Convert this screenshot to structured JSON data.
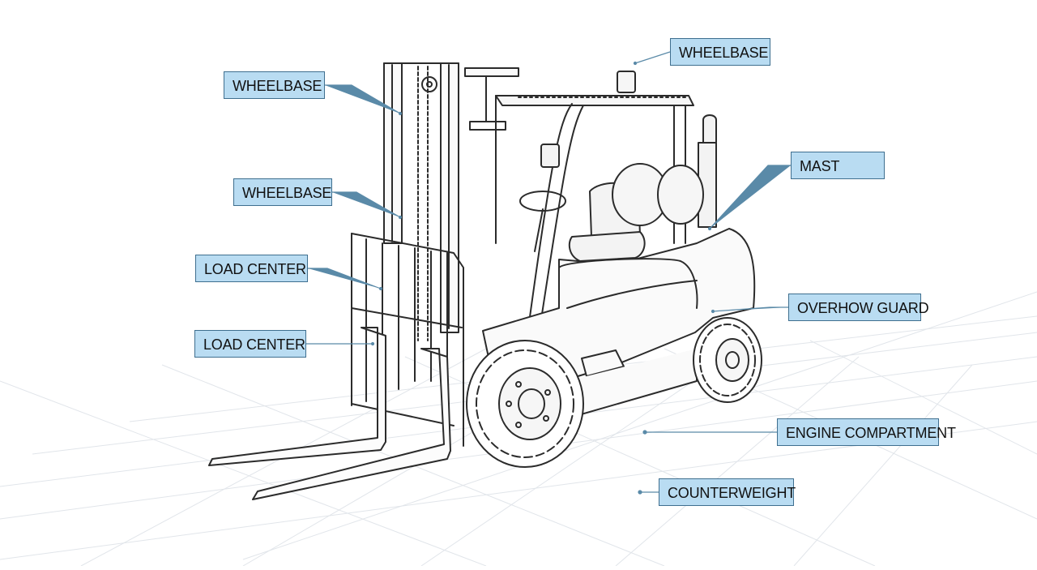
{
  "labels": {
    "wheelbase_top": "WHEELBASE",
    "wheelbase_1": "WHEELBASE",
    "wheelbase_2": "WHEELBASE",
    "mast": "MAST",
    "load_center_1": "LOAD CENTER",
    "load_center_2": "LOAD CENTER",
    "overhead_guard": "OVERHOW GUARD",
    "engine_compartment": "ENGINE COMPARTMENT",
    "counterweight": "COUNTERWEIGHT"
  },
  "colors": {
    "label_fill": "#b9dcf2",
    "label_border": "#3f6f8f",
    "leader_line": "#5a8aa8",
    "drawing_stroke": "#2b2b2b",
    "grid": "#dfe3e8"
  }
}
